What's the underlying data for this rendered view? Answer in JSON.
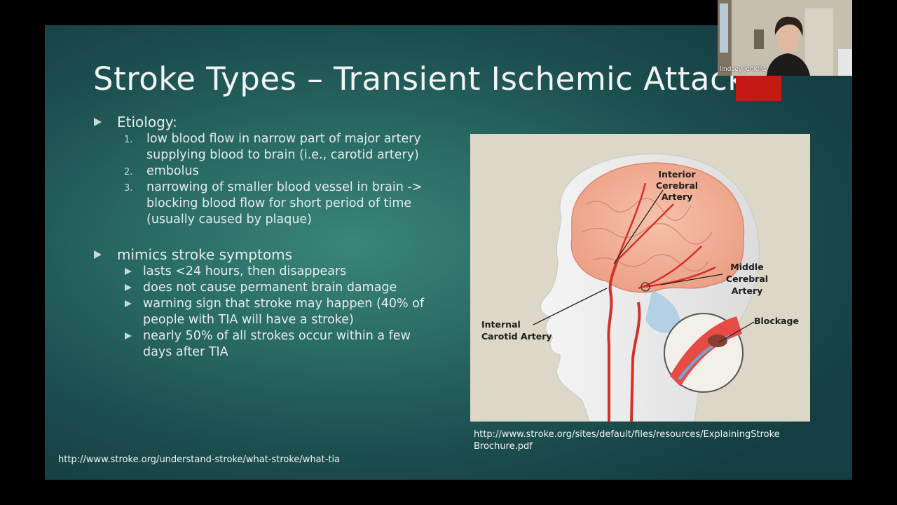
{
  "slide": {
    "title": "Stroke Types – Transient Ischemic Attack",
    "bullets": [
      {
        "text": "Etiology:",
        "items": [
          {
            "num": "1.",
            "lines": [
              "low blood flow in narrow part of major artery",
              "supplying blood to brain (i.e., carotid artery)"
            ]
          },
          {
            "num": "2.",
            "lines": [
              "embolus"
            ]
          },
          {
            "num": "3.",
            "lines": [
              "narrowing of smaller blood vessel in brain ->",
              "blocking blood flow for short period of time",
              "(usually caused by plaque)"
            ]
          }
        ]
      },
      {
        "text": "mimics stroke symptoms",
        "items": [
          {
            "lines": [
              "lasts <24 hours, then disappears"
            ]
          },
          {
            "lines": [
              "does not cause permanent brain damage"
            ]
          },
          {
            "lines": [
              "warning sign that stroke may happen (40% of",
              "people with TIA will have a stroke)"
            ]
          },
          {
            "lines": [
              "nearly 50% of all strokes occur within a few",
              "days after TIA"
            ]
          }
        ]
      }
    ],
    "figure_labels": {
      "interior": [
        "Interior",
        "Cerebral",
        "Artery"
      ],
      "middle": [
        "Middle",
        "Cerebral",
        "Artery"
      ],
      "internal": [
        "Internal",
        "Carotid Artery"
      ],
      "blockage": "Blockage"
    },
    "caption_right": "http://www.stroke.org/sites/default/files/resources/ExplainingStroke Brochure.pdf",
    "caption_left": "http://www.stroke.org/understand-stroke/what-stroke/what-tia"
  },
  "webcam": {
    "name": "lindsey jenkins"
  },
  "colors": {
    "slide_bg": "#2a6c66",
    "accent_red": "#c41a14",
    "bullet": "#c6dcd3"
  }
}
